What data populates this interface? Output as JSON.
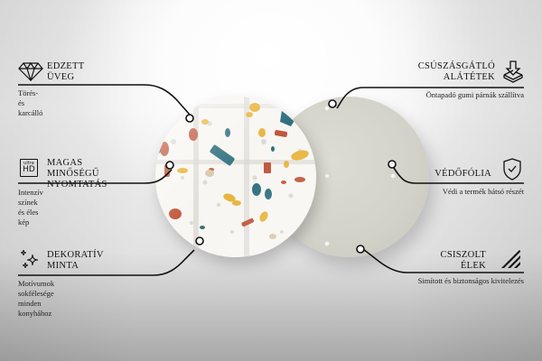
{
  "features": {
    "left": [
      {
        "id": "tempered-glass",
        "title_line1": "EDZETT",
        "title_line2": "ÜVEG",
        "description": "Törés- és karcálló",
        "icon": "diamond-icon"
      },
      {
        "id": "high-quality-print",
        "title_line1": "MAGAS MINŐSÉGŰ",
        "title_line2": "NYOMTATÁS",
        "description": "Intenzív színek és éles kép",
        "icon": "ultra-hd-icon",
        "icon_text_top": "ultra",
        "icon_text_bottom": "HD"
      },
      {
        "id": "decorative-pattern",
        "title_line1": "DEKORATÍV",
        "title_line2": "MINTA",
        "description_line1": "Motívumok sokfélesége",
        "description_line2": "minden konyhához",
        "icon": "sparkles-icon"
      }
    ],
    "right": [
      {
        "id": "anti-slip-pads",
        "title_line1": "CSÚSZÁSGÁTLÓ",
        "title_line2": "ALÁTÉTEK",
        "description": "Öntapadó gumi párnák szállítva",
        "icon": "anti-slip-pad-icon"
      },
      {
        "id": "protective-film",
        "title_line1": "VÉDŐFÓLIA",
        "description": "Védi a termék hátsó részét",
        "icon": "shield-check-icon"
      },
      {
        "id": "polished-edges",
        "title_line1": "CSISZOLT",
        "title_line2": "ÉLEK",
        "description": "Simított és biztonságos kivitelezés",
        "icon": "polished-edge-icon"
      }
    ]
  },
  "product": {
    "front": "terrazzo-pattern-glass-coaster",
    "back": "grey-back-with-rubber-pads",
    "colors": {
      "terracotta": "#c0553a",
      "teal": "#2f6f7e",
      "mustard": "#e8b43c",
      "beige": "#d8c7a8",
      "back": "#d4d4cb"
    }
  }
}
